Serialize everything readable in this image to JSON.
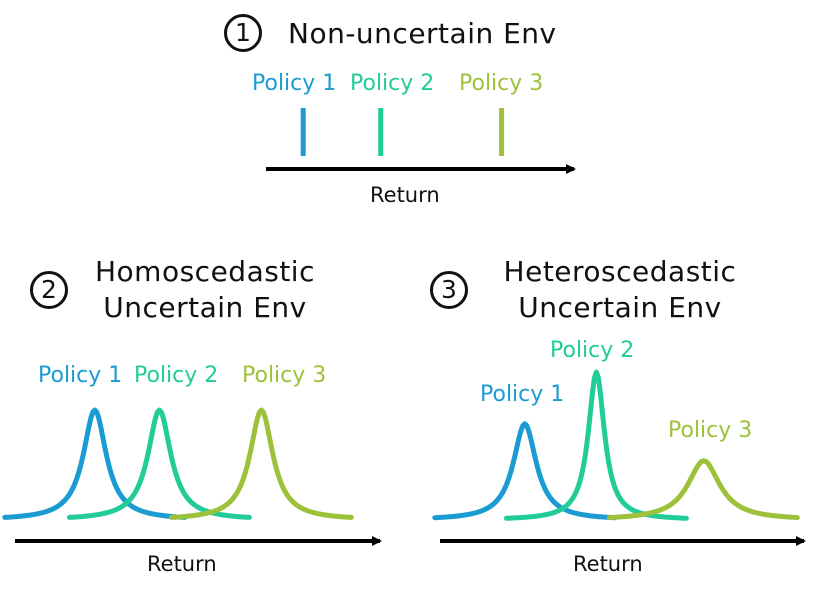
{
  "colors": {
    "policy_1": "#1a9bd1",
    "policy_2": "#22cc99",
    "policy_3": "#9dc13b",
    "axis": "#000000"
  },
  "panels": [
    {
      "badge": "1",
      "title_line1": "Non-uncertain Env",
      "title_line2": "",
      "policies": [
        "Policy 1",
        "Policy 2",
        "Policy 3"
      ],
      "axis_label": "Return",
      "plot_type": "point-return",
      "series": [
        {
          "name": "Policy 1",
          "return": 0.12
        },
        {
          "name": "Policy 2",
          "return": 0.37
        },
        {
          "name": "Policy 3",
          "return": 0.76
        }
      ]
    },
    {
      "badge": "2",
      "title_line1": "Homoscedastic",
      "title_line2": "Uncertain Env",
      "policies": [
        "Policy 1",
        "Policy 2",
        "Policy 3"
      ],
      "axis_label": "Return",
      "plot_type": "distribution",
      "series": [
        {
          "name": "Policy 1",
          "mean": 0.22,
          "peak": 1.0,
          "spread": 1.0
        },
        {
          "name": "Policy 2",
          "mean": 0.41,
          "peak": 1.0,
          "spread": 1.0
        },
        {
          "name": "Policy 3",
          "mean": 0.71,
          "peak": 1.0,
          "spread": 1.0
        }
      ]
    },
    {
      "badge": "3",
      "title_line1": "Heteroscedastic",
      "title_line2": "Uncertain Env",
      "policies": [
        "Policy 1",
        "Policy 2",
        "Policy 3"
      ],
      "axis_label": "Return",
      "plot_type": "distribution",
      "series": [
        {
          "name": "Policy 1",
          "mean": 0.22,
          "peak": 0.65,
          "spread": 1.0
        },
        {
          "name": "Policy 2",
          "mean": 0.42,
          "peak": 1.0,
          "spread": 0.7
        },
        {
          "name": "Policy 3",
          "mean": 0.72,
          "peak": 0.4,
          "spread": 1.4
        }
      ]
    }
  ]
}
